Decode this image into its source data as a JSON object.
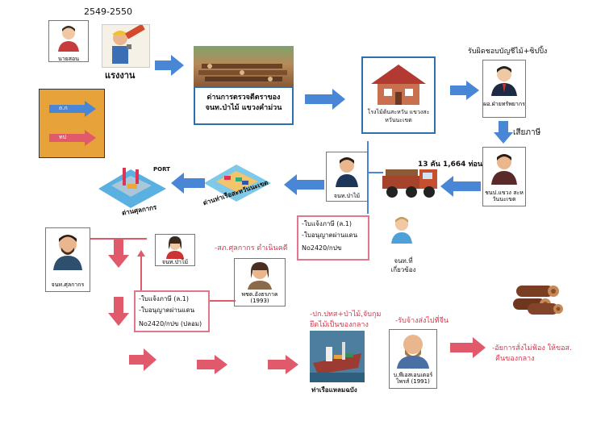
{
  "years": "2549-2550",
  "people": {
    "owner": "นายสอน",
    "labor": "แรงงาน",
    "manager": "ผอ.ฝ่ายทรัพยากร",
    "provincial_officer": "ชนป.แขวง สะหวันนะเขต",
    "forest_officer_1": "จนท.ป่าไม้",
    "forest_officer_2": "จนท.ป่าไม้",
    "related_officer": "จนท.ที่ เกี่ยวข้อง",
    "customs_officer": "จนท.ศุลกากร",
    "company": "พชต.อังธรภาค (1993)",
    "buyer": "บ.พีเอสเอนเตอร์ ไพรส์ (1991)"
  },
  "labels": {
    "checkpoint": "ด่านการตรวจตีตราของ จนท.ป่าไม้ แขวงคำม่วน",
    "sawmill": "โรงไม้ต้นสะหวัน แขวงสะหวันนะเขต",
    "receive_account": "รับผิดชอบบัญชีไม้+ซิปปิ้ง",
    "pay_tax": "เสียภาษี",
    "quantity": "13 คัน 1,664 ท่อน",
    "port_label": "PORT",
    "customs_port": "ด่านศุลกากร",
    "savannakhet_port": "ด่านท่าเรือสะหวันนะเขต",
    "doc_box_1_line1": "-ใบแจ้งภาษี (ล.1)",
    "doc_box_1_line2": "-ใบอนุญาตผ่านแดน",
    "doc_box_1_line3": "No2420/กปข",
    "doc_box_2_line1": "-ใบแจ้งภาษี (ล.1)",
    "doc_box_2_line2": "-ใบอนุญาตผ่านแดน",
    "doc_box_2_line3": "No2420/กปข (ปลอม)",
    "customs_note": "-สภ.ศุลกากร ดำเนินคดี",
    "seized_note_1": "-ปก.ปทส+ป่าไม้,จับกุม",
    "seized_note_2": "ยึดไม้เป็นของกลาง",
    "ship_label": "ท่าเรือแหลมฉบัง",
    "receive_ship": "-รับจ้างส่งไปที่จีน",
    "final_note_1": "-อัยการสั่งไม่ฟ้อง ให้ขอส.",
    "final_note_2": "คืนของกลาง",
    "legend_1": "ถ.ก",
    "legend_2": "ทป"
  },
  "colors": {
    "blue_arrow": "#4a86d6",
    "red_arrow": "#e05a6c",
    "red_text": "#d8344a",
    "orange_box": "#e8a23a"
  }
}
